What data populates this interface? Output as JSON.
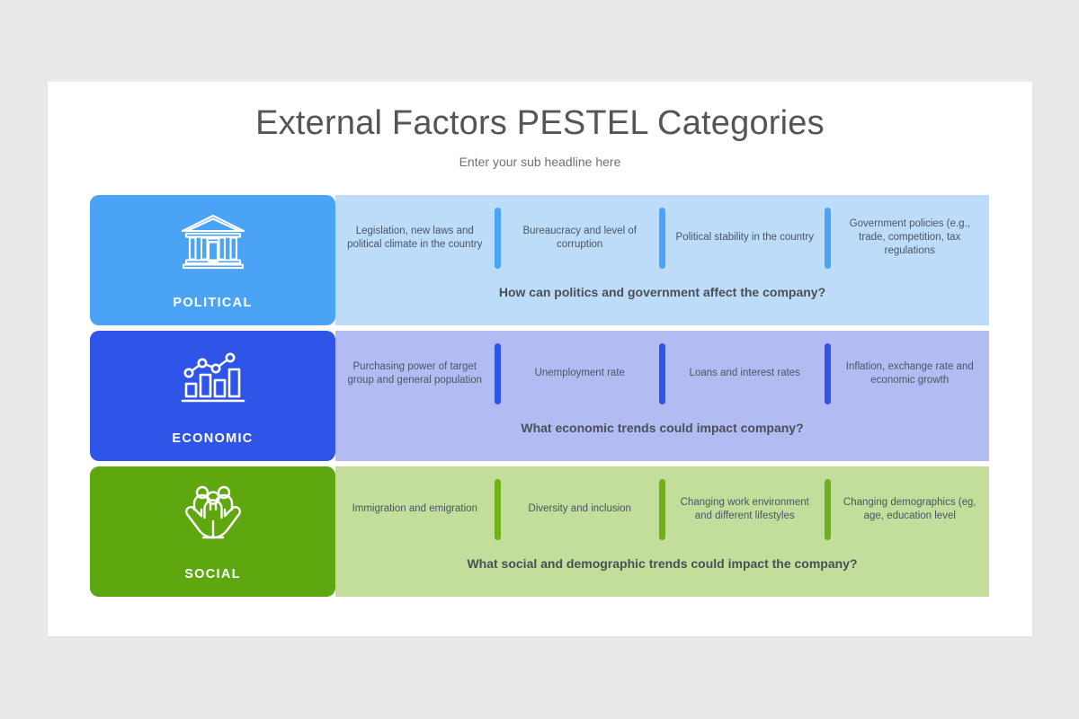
{
  "slide": {
    "title": "External Factors PESTEL Categories",
    "subtitle": "Enter your sub headline here",
    "background_color": "#e9e9ea",
    "card_color": "#ffffff"
  },
  "rows": [
    {
      "name": "POLITICAL",
      "icon": "government-building-icon",
      "label_color": "#4aa3f4",
      "panel_color": "#bcdcfa",
      "divider_color": "#4aa3f4",
      "items": [
        "Legislation, new laws and political climate in the country",
        "Bureaucracy and level of corruption",
        "Political stability in the country",
        "Government policies (e.g., trade, competition, tax regulations"
      ],
      "question": "How can politics and government affect the company?"
    },
    {
      "name": "ECONOMIC",
      "icon": "bar-chart-trend-icon",
      "label_color": "#2f55e8",
      "panel_color": "#b2bcf2",
      "divider_color": "#2f55e8",
      "items": [
        "Purchasing power of target group and general population",
        "Unemployment rate",
        "Loans and interest rates",
        "Inflation, exchange rate and economic growth"
      ],
      "question": "What economic trends could impact company?"
    },
    {
      "name": "SOCIAL",
      "icon": "people-in-hands-icon",
      "label_color": "#5ea70f",
      "panel_color": "#c3dd9a",
      "divider_color": "#6fb01b",
      "items": [
        "Immigration and emigration",
        "Diversity and inclusion",
        "Changing work environment and different lifestyles",
        "Changing demographics (eg, age, education level"
      ],
      "question": "What social and demographic trends could impact the company?"
    }
  ]
}
